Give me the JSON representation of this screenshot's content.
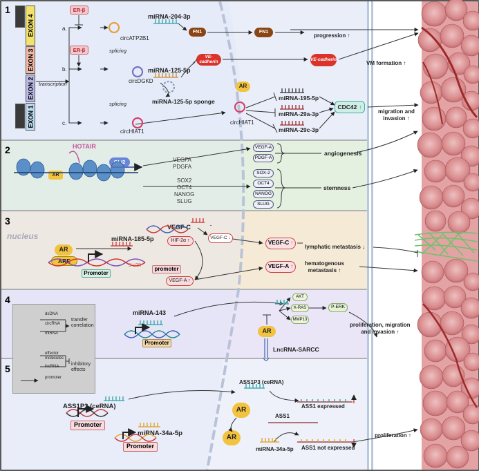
{
  "panels": {
    "p1": {
      "number": "1",
      "exons": [
        "EXON 4",
        "EXON 3",
        "EXON 2",
        "EXON 1"
      ],
      "transcription": "transcription",
      "paths": [
        "a.",
        "b.",
        "c."
      ],
      "er_beta": "ER-β",
      "splicing": "splicing",
      "circ_atp": "circATP2B1",
      "mir204": "miRNA-204-3p",
      "fn1": "FN1",
      "circ_dgkd": "circDGKD",
      "mir125": "miRNA-125-5p",
      "mir125_sponge": "miRNA-125-5p sponge",
      "ve_cadherin": "VE-cadherin",
      "circ_hiat": "circHIAT1",
      "ar": "AR",
      "mir195": "miRNA-195-5p",
      "mir29a": "miRNA-29a-3p",
      "mir29c": "miRNA-29c-3p",
      "cdc42": "CDC42",
      "progression": "progression ↑",
      "vm_formation": "VM formation ↑",
      "migration_invasion": "migration and\ninvasion ↑"
    },
    "p2": {
      "number": "2",
      "hotair": "HOTAIR",
      "gli2": "GLI2",
      "ar": "AR",
      "genes_a": "VEGFA\nPDGFA",
      "genes_b": "SOX2\nOCT4\nNANOG\nSLUG",
      "boxes_a": [
        "VEGF-A",
        "PDGF-A"
      ],
      "boxes_b": [
        "SOX-2",
        "OCT4",
        "NANOG",
        "SLUG"
      ],
      "angiogenesis": "angiogenesis",
      "stemness": "stemness"
    },
    "p3": {
      "number": "3",
      "nucleus": "nucleus",
      "ar": "AR",
      "are": "ARE",
      "promoter": "Promoter",
      "promoter2": "promoter",
      "mir185": "miRNA-185-5p",
      "vegfc_gene": "VEGF-C",
      "vegfc_down": "VEGF-C ↓",
      "hif": "HIF-2α ↑",
      "utr": "5' UTR",
      "vegfa_up": "VEGF-A ↑",
      "vegfc_box": "VEGF-C",
      "vegfa_box": "VEGF-A",
      "lymphatic": "lymphatic metastasis ↓",
      "hematogenous": "hematogenous\nmetastasis ↑"
    },
    "p4": {
      "number": "4",
      "legend": {
        "dsdna": "dsDNA",
        "circrna": "circRNA",
        "mirna": "miRNA",
        "transfer": "transfer\ncorrelation",
        "effector": "effector\nmolecules",
        "lncrna": "lncRNA",
        "promoter": "promoter",
        "inhibitory": "inhibitory\neffects"
      },
      "mir143": "miRNA-143",
      "promoter": "Promoter",
      "akt": "AKT",
      "kras": "K-RAS",
      "mmp13": "MMP13",
      "perk": "P-ERK",
      "ar": "AR",
      "lncrna_sarcc": "LncRNA-SARCC",
      "prolif_migration": "proliferation, migration\nand invasion ↑"
    },
    "p5": {
      "number": "5",
      "ass1p3": "ASS1P3 (ceRNA)",
      "promoter": "Promoter",
      "mir34": "miRNA-34a-5p",
      "ass1p3_right": "ASS1P3 (ceRNA)",
      "ass1_expressed": "ASS1 expressed",
      "ass1": "ASS1",
      "ar": "AR",
      "mir34_right": "miRNA-34a-5p",
      "ass1_not": "ASS1 not expressed",
      "proliferation": "proliferation ↑"
    }
  },
  "colors": {
    "p1_bg": "#e8eefa",
    "p2_bg": "#e6f2e3",
    "p3_bg": "#f6eddc",
    "p4_bg": "#ece8f7",
    "p5_bg": "#eff1fb",
    "red_pill": "#d9332b",
    "brown_pill": "#8b4513",
    "tumor": "#d9797c"
  }
}
